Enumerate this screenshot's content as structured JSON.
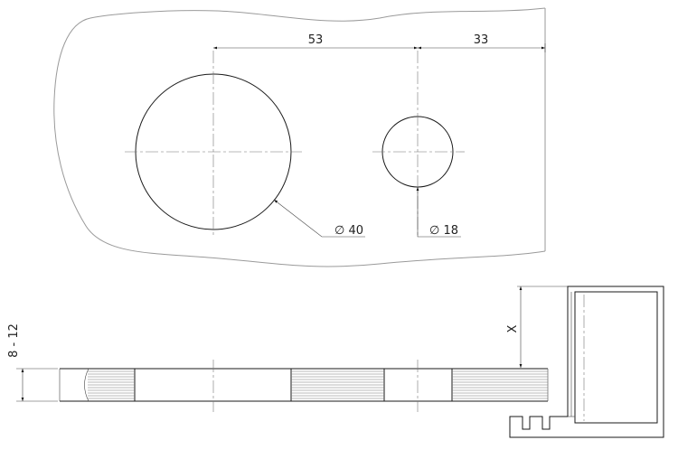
{
  "top_view": {
    "dim_hole_spacing": "53",
    "dim_edge_offset": "33",
    "large_hole_label": "∅ 40",
    "small_hole_label": "∅ 18"
  },
  "side_view": {
    "thickness_label": "8 - 12",
    "profile_offset_label": "X"
  }
}
